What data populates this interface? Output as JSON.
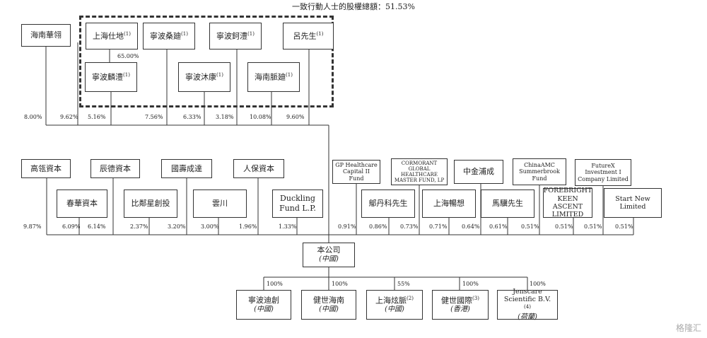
{
  "title": "一致行動人士的股權總額：51.53%",
  "top_left": {
    "name": "海南華翎"
  },
  "concert": {
    "row1": [
      {
        "name": "上海仕地",
        "note": "(1)"
      },
      {
        "name": "寧波桑廸",
        "note": "(1)"
      },
      {
        "name": "寧波鈳澧",
        "note": "(1)"
      },
      {
        "name": "呂先生",
        "note": "(1)"
      }
    ],
    "row2": [
      {
        "name": "寧波麟澧",
        "note": "(1)"
      },
      {
        "name": "寧波沐康",
        "note": "(1)"
      },
      {
        "name": "海南脈廸",
        "note": "(1)"
      }
    ],
    "link_pct": "65.00%"
  },
  "top_pcts": [
    "8.00%",
    "9.62%",
    "5.16%",
    "7.56%",
    "6.33%",
    "3.18%",
    "10.08%",
    "9.60%"
  ],
  "mid_left_top": [
    {
      "name": "高瓴資本"
    },
    {
      "name": "辰德資本"
    },
    {
      "name": "國壽成達"
    },
    {
      "name": "人保資本"
    }
  ],
  "mid_left_bottom": [
    {
      "name": "春華資本"
    },
    {
      "name": "比鄰星創投"
    },
    {
      "name": "雲川"
    },
    {
      "name": "Duckling Fund L.P."
    }
  ],
  "mid_left_pcts": [
    "9.87%",
    "6.09%",
    "6.14%",
    "2.37%",
    "3.20%",
    "3.00%",
    "1.96%",
    "1.33%"
  ],
  "mid_right_top": [
    {
      "name": "GP Healthcare Capital II Fund"
    },
    {
      "name": "CORMORANT GLOBAL HEALTHCARE MASTER FUND, LP"
    },
    {
      "name": "中金浦成"
    },
    {
      "name": "ChinaAMC Summerbrook Fund"
    },
    {
      "name": "FutureX Investment I Company Limited"
    }
  ],
  "mid_right_bottom": [
    {
      "name": "鄔丹科先生"
    },
    {
      "name": "上海暢想"
    },
    {
      "name": "馬驥先生"
    },
    {
      "name": "FOREBRIGHT KEEN ASCENT LIMITED"
    },
    {
      "name": "Start New Limited"
    }
  ],
  "mid_right_pcts": [
    "0.91%",
    "0.86%",
    "0.73%",
    "0.71%",
    "0.64%",
    "0.61%",
    "0.51%",
    "0.51%",
    "0.51%",
    "0.51%"
  ],
  "company": {
    "name": "本公司",
    "sub": "(中國)"
  },
  "subsidiaries": [
    {
      "name": "寧波迪創",
      "sub": "(中國)",
      "pct": "100%",
      "note": ""
    },
    {
      "name": "健世海南",
      "sub": "(中國)",
      "pct": "100%",
      "note": ""
    },
    {
      "name": "上海炫脈",
      "sub": "(中國)",
      "pct": "55%",
      "note": "(2)"
    },
    {
      "name": "健世國際",
      "sub": "(香港)",
      "pct": "100%",
      "note": "(3)"
    },
    {
      "name": "Jenscare Scientific B.V.",
      "sub": "(荷蘭)",
      "pct": "100%",
      "note": "(4)"
    }
  ],
  "watermark": "格隆汇"
}
